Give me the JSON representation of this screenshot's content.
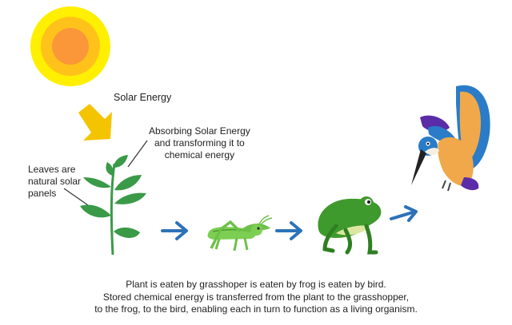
{
  "labels": {
    "solar_energy": "Solar Energy",
    "absorbing": [
      "Absorbing Solar Energy",
      "and transforming it to",
      "chemical energy"
    ],
    "leaves": [
      "Leaves are",
      "natural solar",
      "panels"
    ]
  },
  "caption": [
    "Plant is eaten by grasshoper is eaten by frog is eaten by bird.",
    "Stored chemical energy is transferred from the plant to the grasshopper,",
    "to the frog, to the bird, enabling each in turn to function as a living organism."
  ],
  "icons": [
    "sun-icon",
    "sunlight-arrow-icon",
    "plant-icon",
    "grasshopper-icon",
    "frog-icon",
    "kingfisher-bird-icon",
    "flow-arrow-icon"
  ],
  "colors": {
    "sun_outer": "#ffef00",
    "sun_middle": "#ffc21a",
    "sun_core": "#fb9738",
    "sunlight_arrow": "#f5c400",
    "plant_green": "#3a9a48",
    "grasshopper_green": "#7ccf52",
    "frog_green": "#3e9a2c",
    "frog_belly": "#dce6a0",
    "bird_orange": "#f0a84a",
    "bird_blue": "#2a7cc8",
    "bird_purple": "#5b2ca8",
    "flow_arrow_blue": "#2d72b8"
  }
}
